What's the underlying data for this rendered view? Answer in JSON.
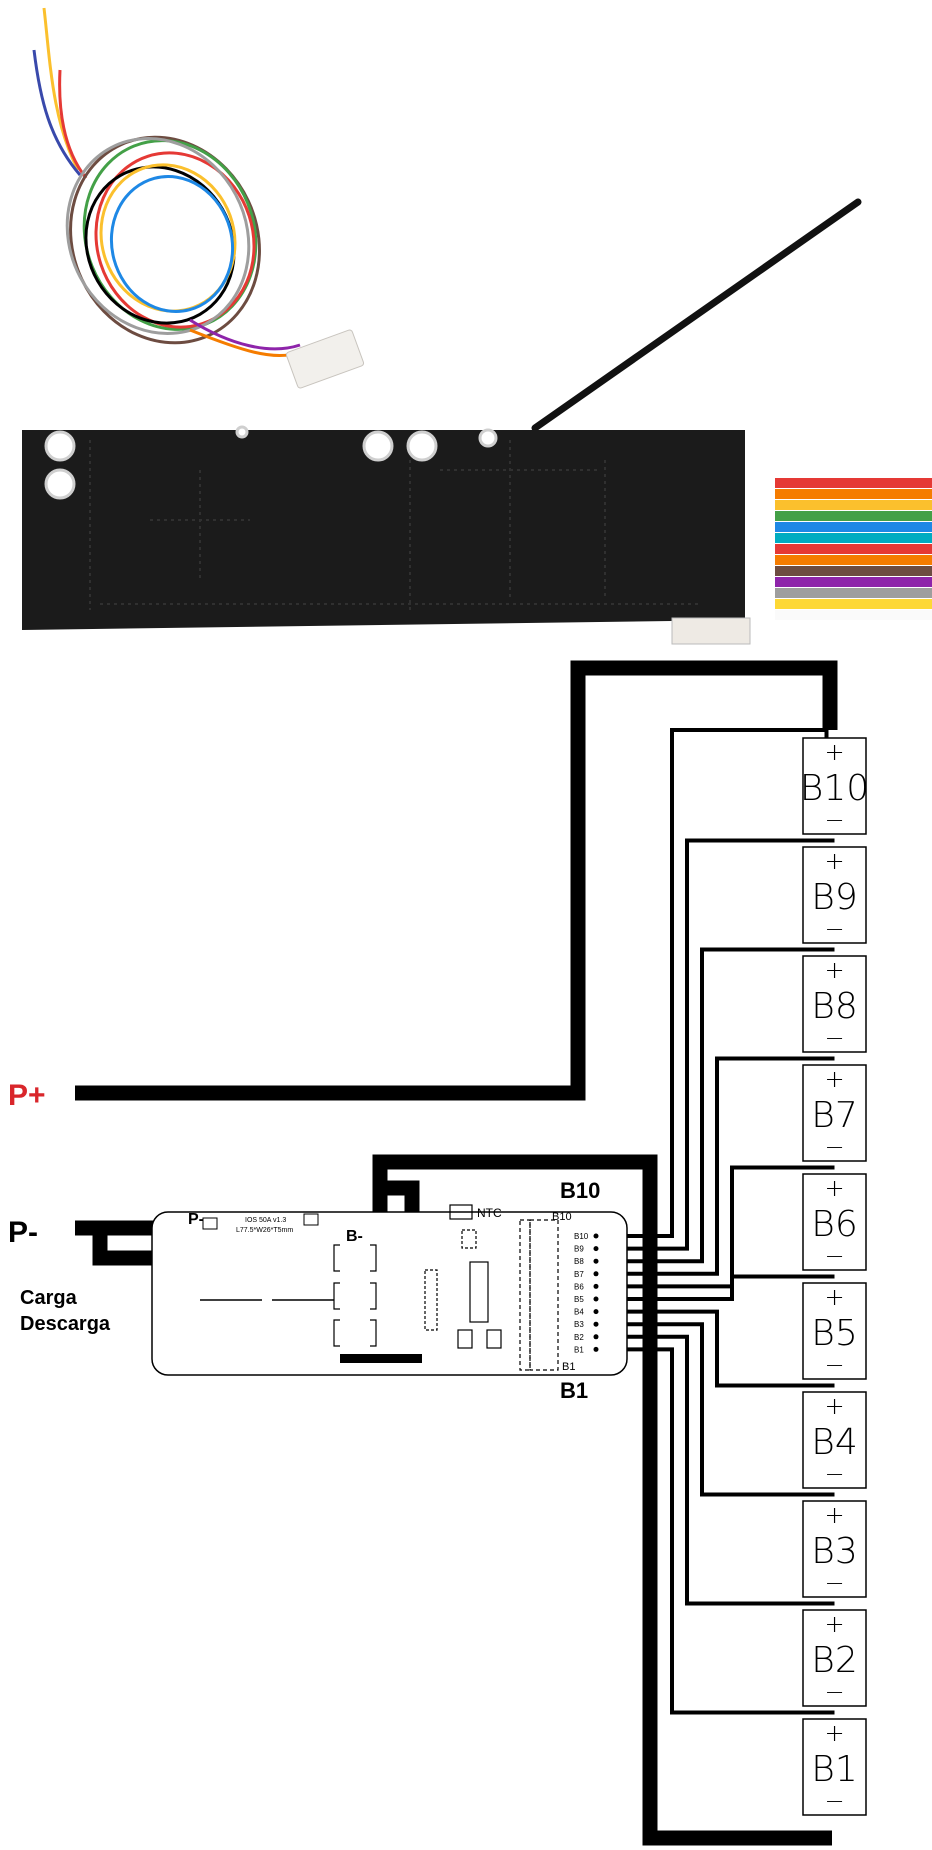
{
  "labels": {
    "p_plus": "P+",
    "p_minus": "P-",
    "carga": "Carga",
    "descarga": "Descarga",
    "b10_header": "B10",
    "b1_footer": "B1",
    "board_p_minus": "P-",
    "board_b_minus": "B-",
    "board_ntc": "NTC",
    "board_model": "IOS 50A v1.3",
    "board_dims": "L77.5*W26*T5mm",
    "board_b10": "B10",
    "board_b1": "B1"
  },
  "board_pins": [
    "B10",
    "B9",
    "B8",
    "B7",
    "B6",
    "B5",
    "B4",
    "B3",
    "B2",
    "B1"
  ],
  "cells": [
    {
      "name": "B10",
      "plus": "+",
      "minus": "−"
    },
    {
      "name": "B9",
      "plus": "+",
      "minus": "−"
    },
    {
      "name": "B8",
      "plus": "+",
      "minus": "−"
    },
    {
      "name": "B7",
      "plus": "+",
      "minus": "−"
    },
    {
      "name": "B6",
      "plus": "+",
      "minus": "−"
    },
    {
      "name": "B5",
      "plus": "+",
      "minus": "−"
    },
    {
      "name": "B4",
      "plus": "+",
      "minus": "−"
    },
    {
      "name": "B3",
      "plus": "+",
      "minus": "−"
    },
    {
      "name": "B2",
      "plus": "+",
      "minus": "−"
    },
    {
      "name": "B1",
      "plus": "+",
      "minus": "−"
    }
  ],
  "colors": {
    "p_plus": "#d9262b",
    "wire": "#000000",
    "pcb": "#1b1b1b",
    "ribbon": [
      "#e53935",
      "#f57c00",
      "#fbc02d",
      "#43a047",
      "#1e88e5",
      "#00acc1",
      "#e53935",
      "#f57c00",
      "#6d4c41",
      "#8e24aa",
      "#9e9e9e",
      "#fdd835",
      "#fafafa"
    ]
  }
}
